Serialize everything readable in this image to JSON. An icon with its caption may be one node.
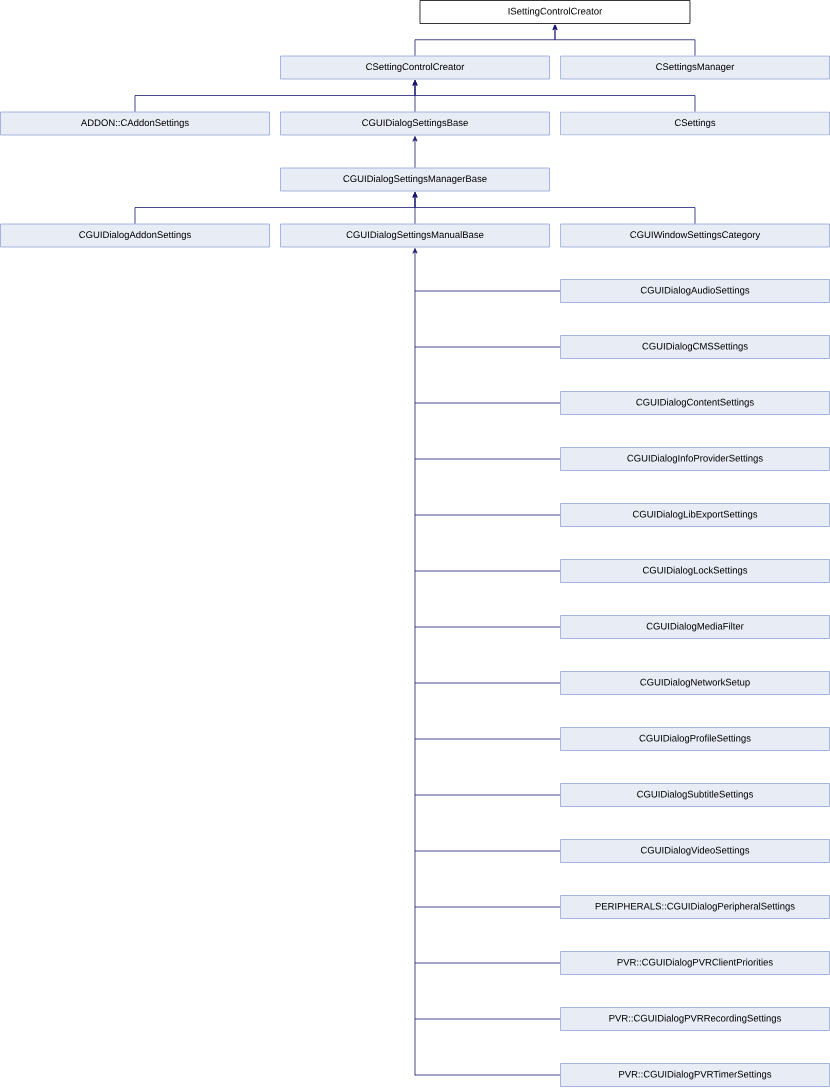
{
  "diagram": {
    "nodes": [
      {
        "text": [
          "ISettingControlCreator"
        ]
      },
      {
        "text": [
          "CSettingControlCreator"
        ]
      },
      {
        "text": [
          "CSettingsManager"
        ]
      },
      {
        "text": [
          "ADDON::CAddonSettings"
        ]
      },
      {
        "text": [
          "CGUIDialogSettingsBase"
        ]
      },
      {
        "text": [
          "CSettings"
        ]
      },
      {
        "text": [
          "CGUIDialogSettingsManagerBase"
        ]
      },
      {
        "text": [
          "CGUIDialogAddonSettings"
        ]
      },
      {
        "text": [
          "CGUIDialogSettingsManualBase"
        ]
      },
      {
        "text": [
          "CGUIWindowSettingsCategory"
        ]
      },
      {
        "text": [
          "CGUIDialogAudioSettings"
        ]
      },
      {
        "text": [
          "CGUIDialogCMSSettings"
        ]
      },
      {
        "text": [
          "CGUIDialogContentSettings"
        ]
      },
      {
        "text": [
          "CGUIDialogInfoProviderSettings"
        ]
      },
      {
        "text": [
          "CGUIDialogLibExportSettings"
        ]
      },
      {
        "text": [
          "CGUIDialogLockSettings"
        ]
      },
      {
        "text": [
          "CGUIDialogMediaFilter"
        ]
      },
      {
        "text": [
          "CGUIDialogNetworkSetup"
        ]
      },
      {
        "text": [
          "CGUIDialogProfileSettings"
        ]
      },
      {
        "text": [
          "CGUIDialogSubtitleSettings"
        ]
      },
      {
        "text": [
          "CGUIDialogVideoSettings"
        ]
      },
      {
        "text": [
          "PERIPHERALS::CGUIDialogPeripheralSettings"
        ]
      },
      {
        "text": [
          "PVR::CGUIDialogPVRClientPriorities"
        ]
      },
      {
        "text": [
          "PVR::CGUIDialogPVRRecordingSettings"
        ]
      },
      {
        "text": [
          "PVR::CGUIDialogPVRTimerSettings"
        ]
      }
    ],
    "edges": [
      {
        "from": 1,
        "to": 0,
        "arrow": "to"
      },
      {
        "from": 2,
        "to": 0,
        "arrow": "to"
      },
      {
        "from": 3,
        "to": 1,
        "arrow": "to"
      },
      {
        "from": 4,
        "to": 1,
        "arrow": "to"
      },
      {
        "from": 5,
        "to": 1,
        "arrow": "to"
      },
      {
        "from": 6,
        "to": 4,
        "arrow": "to"
      },
      {
        "from": 7,
        "to": 6,
        "arrow": "to"
      },
      {
        "from": 8,
        "to": 6,
        "arrow": "to"
      },
      {
        "from": 9,
        "to": 6,
        "arrow": "to"
      },
      {
        "from": 10,
        "to": 8,
        "arrow": "to"
      },
      {
        "from": 11,
        "to": 8,
        "arrow": "to"
      },
      {
        "from": 12,
        "to": 8,
        "arrow": "to"
      },
      {
        "from": 13,
        "to": 8,
        "arrow": "to"
      },
      {
        "from": 14,
        "to": 8,
        "arrow": "to"
      },
      {
        "from": 15,
        "to": 8,
        "arrow": "to"
      },
      {
        "from": 16,
        "to": 8,
        "arrow": "to"
      },
      {
        "from": 17,
        "to": 8,
        "arrow": "to"
      },
      {
        "from": 18,
        "to": 8,
        "arrow": "to"
      },
      {
        "from": 19,
        "to": 8,
        "arrow": "to"
      },
      {
        "from": 20,
        "to": 8,
        "arrow": "to"
      },
      {
        "from": 21,
        "to": 8,
        "arrow": "to"
      },
      {
        "from": 22,
        "to": 8,
        "arrow": "to"
      },
      {
        "from": 23,
        "to": 8,
        "arrow": "to"
      },
      {
        "from": 24,
        "to": 8,
        "arrow": "to"
      }
    ]
  }
}
